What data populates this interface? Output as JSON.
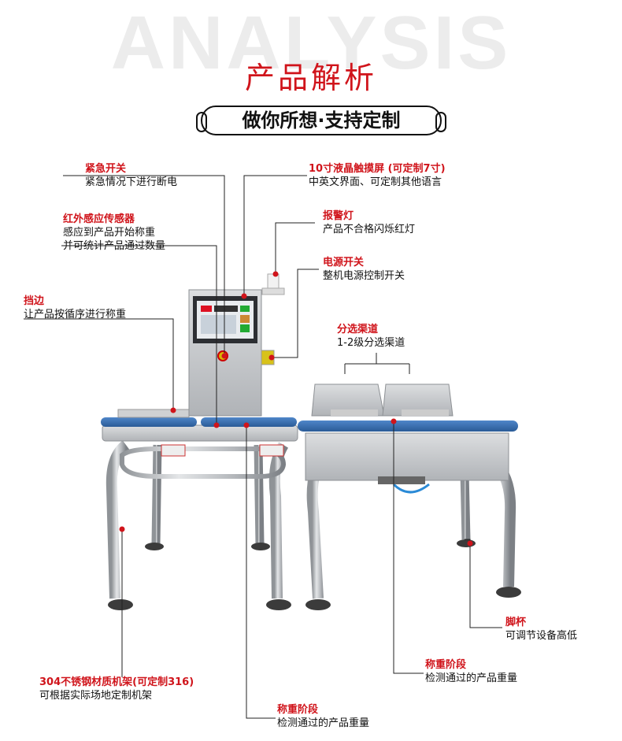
{
  "header": {
    "bg_word": "ANALYSIS",
    "title": "产品解析",
    "subtitle": "做你所想·支持定制"
  },
  "callouts": {
    "emergency": {
      "title": "紧急开关",
      "desc": "紧急情况下进行断电"
    },
    "sensor": {
      "title": "红外感应传感器",
      "desc1": "感应到产品开始称重",
      "desc2": "并可统计产品通过数量"
    },
    "guard": {
      "title": "挡边",
      "desc": "让产品按循序进行称重"
    },
    "screen": {
      "title": "10寸液晶触摸屏 (可定制7寸)",
      "desc": "中英文界面、可定制其他语言"
    },
    "alarm": {
      "title": "报警灯",
      "desc": "产品不合格闪烁红灯"
    },
    "power": {
      "title": "电源开关",
      "desc": "整机电源控制开关"
    },
    "sorter": {
      "title": "分选渠道",
      "desc": "1-2级分选渠道"
    },
    "feet": {
      "title": "脚杯",
      "desc": "可调节设备高低"
    },
    "weigh_right": {
      "title": "称重阶段",
      "desc": "检测通过的产品重量"
    },
    "frame": {
      "title": "304不锈钢材质机架(可定制316)",
      "desc": "可根据实际场地定制机架"
    },
    "weigh_bottom": {
      "title": "称重阶段",
      "desc": "检测通过的产品重量"
    }
  },
  "colors": {
    "accent": "#d0141b",
    "belt": "#3a72b8",
    "steel": "#b9bcc0"
  }
}
